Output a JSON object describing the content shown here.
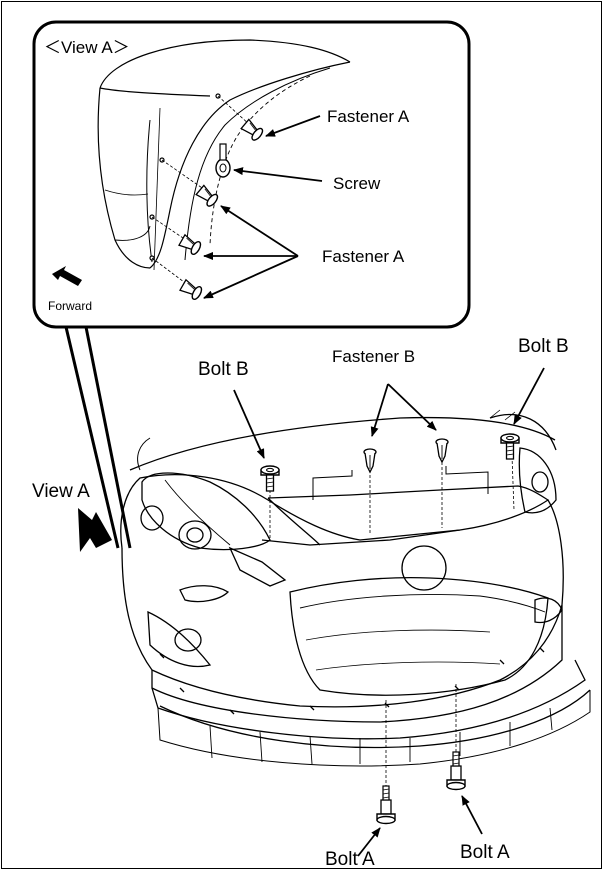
{
  "inset": {
    "title": "＜View A＞",
    "direction_label": "Forward",
    "labels": {
      "fastener_a_top": "Fastener A",
      "screw": "Screw",
      "fastener_a_group": "Fastener A"
    }
  },
  "main": {
    "labels": {
      "view_a": "View A",
      "bolt_b_left": "Bolt B",
      "fastener_b": "Fastener B",
      "bolt_b_right": "Bolt B",
      "bolt_a_left": "Bolt A",
      "bolt_a_right": "Bolt A"
    }
  }
}
